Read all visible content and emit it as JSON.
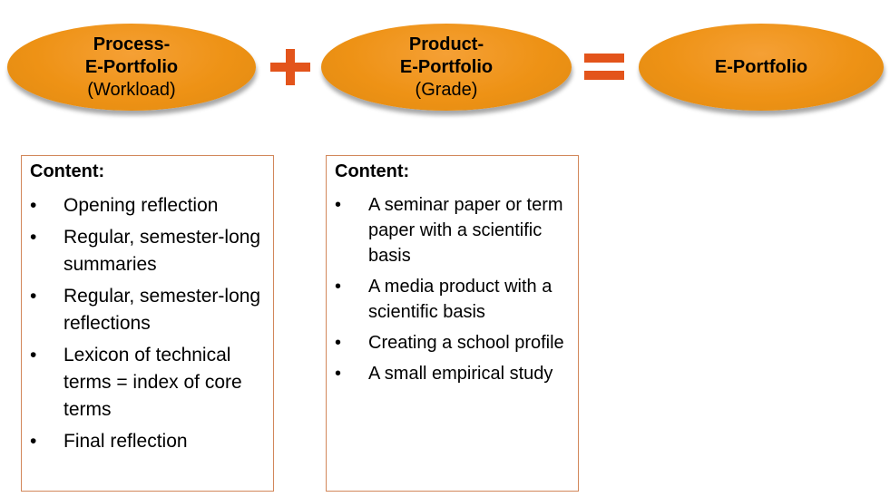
{
  "top": {
    "process": {
      "line1": "Process-",
      "line2": "E-Portfolio",
      "line3": "(Workload)"
    },
    "product": {
      "line1": "Product-",
      "line2": "E-Portfolio",
      "line3": "(Grade)"
    },
    "result": {
      "label": "E-Portfolio"
    }
  },
  "operators": {
    "plus": "+",
    "equals": "="
  },
  "colors": {
    "ellipse": "#ee9215",
    "operator": "#e3541b",
    "box_border": "#d2875a"
  },
  "process_box": {
    "title": "Content:",
    "bullet": "•",
    "items": [
      "Opening reflection",
      "Regular, semester-long summaries",
      "Regular, semester-long reflections",
      "Lexicon of technical terms = index of core terms",
      "Final reflection"
    ]
  },
  "product_box": {
    "title": "Content:",
    "bullet": "•",
    "items": [
      "A seminar paper or term paper with a scientific basis",
      "A media product with a scientific basis",
      "Creating a school profile",
      "A small empirical study"
    ]
  }
}
